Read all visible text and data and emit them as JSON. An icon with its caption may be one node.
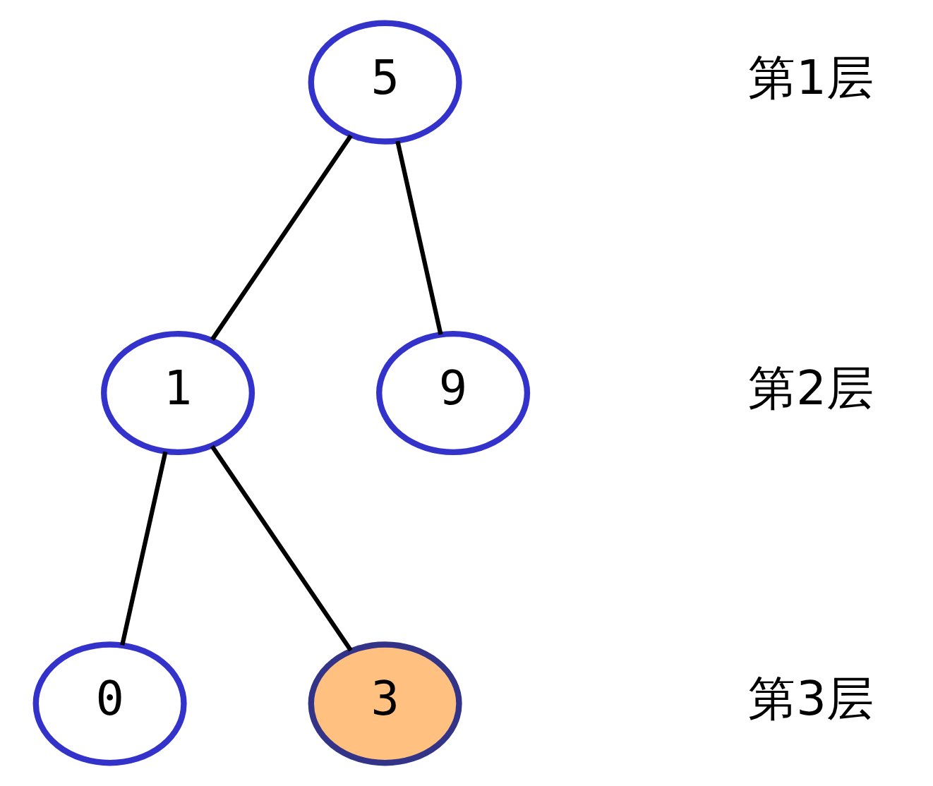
{
  "diagram": {
    "nodes": [
      {
        "text": [
          "5"
        ]
      },
      {
        "text": [
          "1"
        ]
      },
      {
        "text": [
          "9"
        ]
      },
      {
        "text": [
          "0"
        ]
      },
      {
        "text": [
          "3"
        ]
      }
    ],
    "edges": [
      {
        "from": 0,
        "to": 1,
        "arrow": "none"
      },
      {
        "from": 0,
        "to": 2,
        "arrow": "none"
      },
      {
        "from": 1,
        "to": 3,
        "arrow": "none"
      },
      {
        "from": 1,
        "to": 4,
        "arrow": "none"
      }
    ],
    "labels": [
      "第1层",
      "第2层",
      "第3层"
    ]
  }
}
